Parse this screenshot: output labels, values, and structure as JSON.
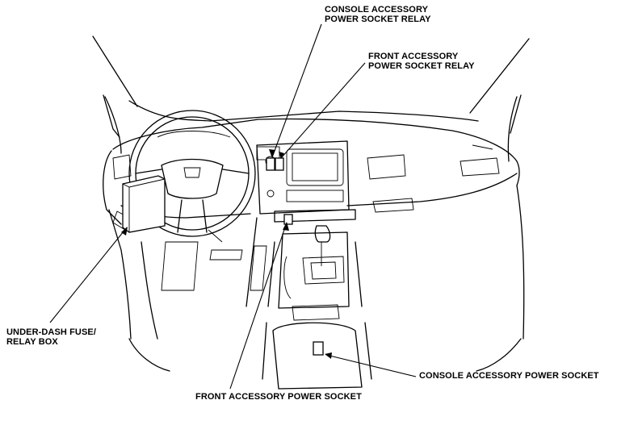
{
  "labels": {
    "console_relay": [
      "CONSOLE ACCESSORY",
      "POWER SOCKET RELAY"
    ],
    "front_relay": [
      "FRONT ACCESSORY",
      "POWER SOCKET RELAY"
    ],
    "under_dash": [
      "UNDER-DASH FUSE/",
      "RELAY BOX"
    ],
    "console_socket": "CONSOLE ACCESSORY POWER SOCKET",
    "front_socket": "FRONT ACCESSORY POWER SOCKET"
  }
}
